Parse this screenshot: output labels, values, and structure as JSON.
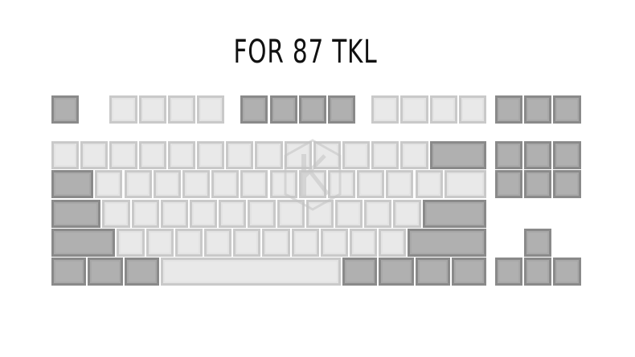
{
  "title": "FOR 87 TKL",
  "colors": {
    "light_cap": "#e3e3e3",
    "dark_cap": "#a8a8a8",
    "background": "#ffffff",
    "title": "#111111"
  },
  "watermark_icon": "k-hexagon-logo-icon",
  "layout": {
    "rows": [
      {
        "name": "function-row",
        "keys": [
          {
            "w": 1,
            "c": "dark"
          },
          {
            "gap": 1
          },
          {
            "w": 1,
            "c": "light"
          },
          {
            "w": 1,
            "c": "light"
          },
          {
            "w": 1,
            "c": "light"
          },
          {
            "w": 1,
            "c": "light"
          },
          {
            "gap": 0.5
          },
          {
            "w": 1,
            "c": "dark"
          },
          {
            "w": 1,
            "c": "dark"
          },
          {
            "w": 1,
            "c": "dark"
          },
          {
            "w": 1,
            "c": "dark"
          },
          {
            "gap": 0.5
          },
          {
            "w": 1,
            "c": "light"
          },
          {
            "w": 1,
            "c": "light"
          },
          {
            "w": 1,
            "c": "light"
          },
          {
            "w": 1,
            "c": "light"
          },
          {
            "gap": 0.25
          },
          {
            "w": 1,
            "c": "dark"
          },
          {
            "w": 1,
            "c": "dark"
          },
          {
            "w": 1,
            "c": "dark"
          }
        ]
      },
      {
        "name": "number-row",
        "keys": [
          {
            "w": 1,
            "c": "light"
          },
          {
            "w": 1,
            "c": "light"
          },
          {
            "w": 1,
            "c": "light"
          },
          {
            "w": 1,
            "c": "light"
          },
          {
            "w": 1,
            "c": "light"
          },
          {
            "w": 1,
            "c": "light"
          },
          {
            "w": 1,
            "c": "light"
          },
          {
            "w": 1,
            "c": "light"
          },
          {
            "w": 1,
            "c": "light"
          },
          {
            "w": 1,
            "c": "light"
          },
          {
            "w": 1,
            "c": "light"
          },
          {
            "w": 1,
            "c": "light"
          },
          {
            "w": 1,
            "c": "light"
          },
          {
            "w": 2,
            "c": "dark"
          },
          {
            "gap": 0.25
          },
          {
            "w": 1,
            "c": "dark"
          },
          {
            "w": 1,
            "c": "dark"
          },
          {
            "w": 1,
            "c": "dark"
          }
        ]
      },
      {
        "name": "qwerty-row",
        "keys": [
          {
            "w": 1.5,
            "c": "dark"
          },
          {
            "w": 1,
            "c": "light"
          },
          {
            "w": 1,
            "c": "light"
          },
          {
            "w": 1,
            "c": "light"
          },
          {
            "w": 1,
            "c": "light"
          },
          {
            "w": 1,
            "c": "light"
          },
          {
            "w": 1,
            "c": "light"
          },
          {
            "w": 1,
            "c": "light"
          },
          {
            "w": 1,
            "c": "light"
          },
          {
            "w": 1,
            "c": "light"
          },
          {
            "w": 1,
            "c": "light"
          },
          {
            "w": 1,
            "c": "light"
          },
          {
            "w": 1,
            "c": "light"
          },
          {
            "w": 1.5,
            "c": "light"
          },
          {
            "gap": 0.25
          },
          {
            "w": 1,
            "c": "dark"
          },
          {
            "w": 1,
            "c": "dark"
          },
          {
            "w": 1,
            "c": "dark"
          }
        ]
      },
      {
        "name": "home-row",
        "keys": [
          {
            "w": 1.75,
            "c": "dark"
          },
          {
            "w": 1,
            "c": "light"
          },
          {
            "w": 1,
            "c": "light"
          },
          {
            "w": 1,
            "c": "light"
          },
          {
            "w": 1,
            "c": "light"
          },
          {
            "w": 1,
            "c": "light"
          },
          {
            "w": 1,
            "c": "light"
          },
          {
            "w": 1,
            "c": "light"
          },
          {
            "w": 1,
            "c": "light"
          },
          {
            "w": 1,
            "c": "light"
          },
          {
            "w": 1,
            "c": "light"
          },
          {
            "w": 1,
            "c": "light"
          },
          {
            "w": 2.25,
            "c": "dark"
          }
        ]
      },
      {
        "name": "shift-row",
        "keys": [
          {
            "w": 2.25,
            "c": "dark"
          },
          {
            "w": 1,
            "c": "light"
          },
          {
            "w": 1,
            "c": "light"
          },
          {
            "w": 1,
            "c": "light"
          },
          {
            "w": 1,
            "c": "light"
          },
          {
            "w": 1,
            "c": "light"
          },
          {
            "w": 1,
            "c": "light"
          },
          {
            "w": 1,
            "c": "light"
          },
          {
            "w": 1,
            "c": "light"
          },
          {
            "w": 1,
            "c": "light"
          },
          {
            "w": 1,
            "c": "light"
          },
          {
            "w": 2.75,
            "c": "dark"
          },
          {
            "gap": 1.25
          },
          {
            "w": 1,
            "c": "dark"
          }
        ]
      },
      {
        "name": "bottom-row",
        "keys": [
          {
            "w": 1.25,
            "c": "dark"
          },
          {
            "w": 1.25,
            "c": "dark"
          },
          {
            "w": 1.25,
            "c": "dark"
          },
          {
            "w": 6.25,
            "c": "light"
          },
          {
            "w": 1.25,
            "c": "dark"
          },
          {
            "w": 1.25,
            "c": "dark"
          },
          {
            "w": 1.25,
            "c": "dark"
          },
          {
            "w": 1.25,
            "c": "dark"
          },
          {
            "gap": 0.25
          },
          {
            "w": 1,
            "c": "dark"
          },
          {
            "w": 1,
            "c": "dark"
          },
          {
            "w": 1,
            "c": "dark"
          }
        ]
      }
    ]
  }
}
